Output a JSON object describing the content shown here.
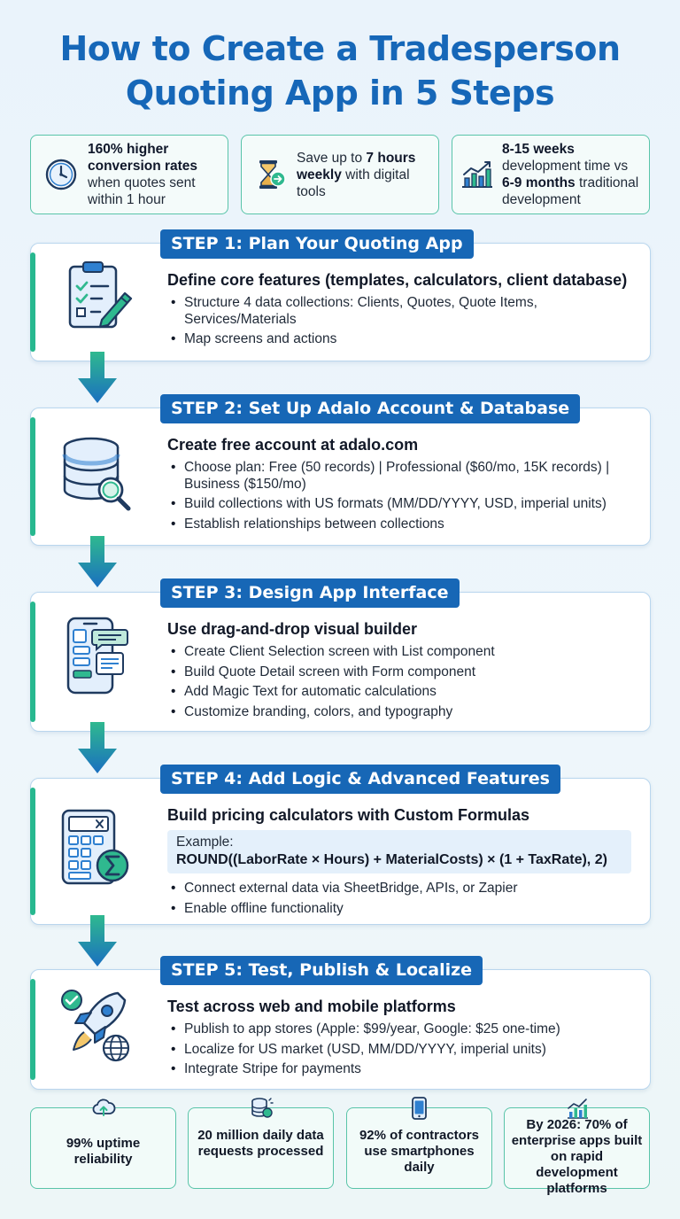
{
  "title": {
    "line1": "How to Create a Tradesperson",
    "line2": "Quoting App in 5 Steps"
  },
  "top_stats": [
    {
      "icon": "clock-icon",
      "bold": "160% higher conversion rates",
      "text": "when quotes sent within 1 hour"
    },
    {
      "icon": "hourglass-icon",
      "pre": "Save up to",
      "bold": "7 hours weekly",
      "post": "with digital tools"
    },
    {
      "icon": "bar-chart-icon",
      "bold1": "8-15 weeks",
      "mid": "development time vs",
      "bold2": "6-9 months",
      "post": "traditional development"
    }
  ],
  "steps": [
    {
      "label": "STEP 1: Plan Your Quoting App",
      "icon": "clipboard-checklist-icon",
      "heading": "Define core features (templates, calculators, client database)",
      "bullets": [
        "Structure 4 data collections: Clients, Quotes, Quote Items, Services/Materials",
        "Map screens and actions"
      ]
    },
    {
      "label": "STEP 2: Set Up Adalo Account & Database",
      "icon": "database-search-icon",
      "heading": "Create free account at adalo.com",
      "bullets": [
        "Choose plan: Free (50 records) | Professional ($60/mo, 15K records) | Business ($150/mo)",
        "Build collections with US formats (MM/DD/YYYY, USD, imperial units)",
        "Establish relationships between collections"
      ]
    },
    {
      "label": "STEP 3: Design App Interface",
      "icon": "phone-interface-icon",
      "heading": "Use drag-and-drop visual builder",
      "bullets": [
        "Create Client Selection screen with List component",
        "Build Quote Detail screen with Form component",
        "Add Magic Text for automatic calculations",
        "Customize branding, colors, and typography"
      ]
    },
    {
      "label": "STEP 4: Add Logic & Advanced Features",
      "icon": "calculator-sigma-icon",
      "heading": "Build pricing calculators with Custom Formulas",
      "example_label": "Example:",
      "example_formula": "ROUND((LaborRate × Hours) + MaterialCosts) × (1 + TaxRate), 2)",
      "bullets": [
        "Connect external data via SheetBridge, APIs, or Zapier",
        "Enable offline functionality"
      ]
    },
    {
      "label": "STEP 5: Test, Publish & Localize",
      "icon": "rocket-globe-icon",
      "heading": "Test across web and mobile platforms",
      "bullets": [
        "Publish to app stores (Apple: $99/year, Google: $25 one-time)",
        "Localize for US market (USD, MM/DD/YYYY, imperial units)",
        "Integrate Stripe for payments"
      ]
    }
  ],
  "bottom_stats": [
    {
      "icon": "cloud-upload-icon",
      "text": "99% uptime reliability"
    },
    {
      "icon": "database-icon",
      "text": "20 million daily data requests processed"
    },
    {
      "icon": "smartphone-icon",
      "text": "92% of contractors use smartphones daily"
    },
    {
      "icon": "growth-chart-icon",
      "text": "By 2026: 70% of enterprise apps built on rapid development platforms"
    }
  ],
  "colors": {
    "primary_blue": "#1767b6",
    "accent_green": "#27b88f",
    "background": "#eaf3fb"
  }
}
